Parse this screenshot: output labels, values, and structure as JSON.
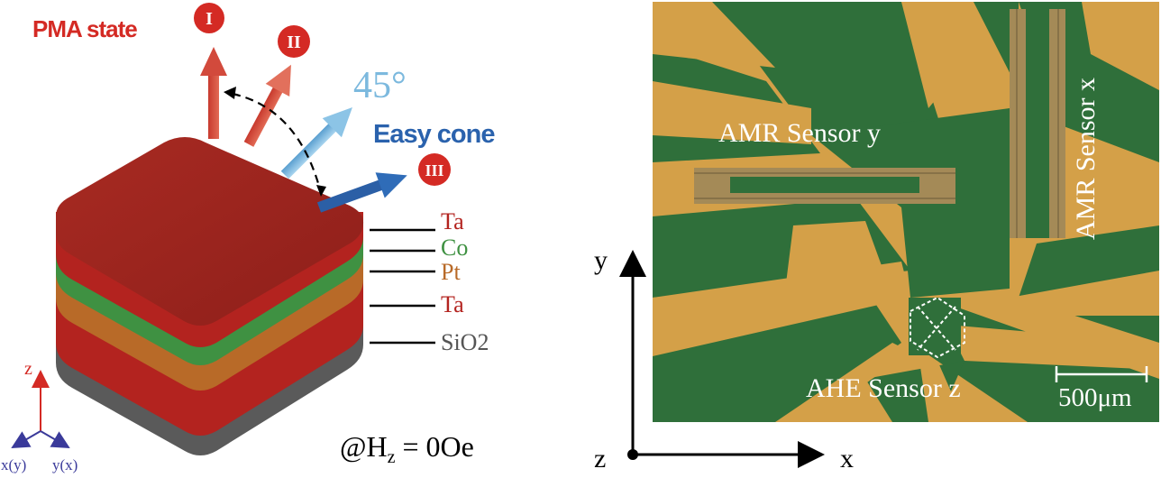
{
  "left_panel": {
    "pma_state": "PMA state",
    "state_I": "I",
    "state_II": "II",
    "state_III": "III",
    "angle_45": "45°",
    "easy_cone": "Easy cone",
    "layers": [
      "Ta",
      "Co",
      "Pt",
      "Ta",
      "SiO2"
    ],
    "field_at": "@H",
    "field_sub": "z",
    "field_value": " = 0Oe",
    "axis_z": "z",
    "axis_xy": "x(y)",
    "axis_yx": "y(x)",
    "colors": {
      "ta": "#b3231f",
      "co": "#3f9142",
      "pt": "#b86a28",
      "sio2": "#555555",
      "pma_label": "#d42a24",
      "angle_label": "#7cb9de",
      "easy_cone_label": "#2a62ad"
    }
  },
  "right_panel": {
    "sensor_y": "AMR Sensor y",
    "sensor_x": "AMR Sensor x",
    "sensor_z": "AHE Sensor z",
    "scale_bar": "500μm",
    "axis_y": "y",
    "axis_x": "x",
    "axis_z": "z",
    "colors": {
      "substrate": "#2f6f3a",
      "gold": "#d4a048"
    }
  }
}
